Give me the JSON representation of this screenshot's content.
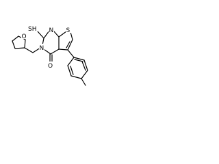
{
  "structure": {
    "atom_labels": {
      "ring_oxygen": "O",
      "sulfhydryl": "SH",
      "carbonyl_oxygen": "O",
      "ring_nitrogen_1": "N",
      "ring_nitrogen_3": "N",
      "thiophene_sulfur": "S"
    },
    "colors": {
      "bond": "#000000",
      "label": "#000000",
      "background": "#ffffff"
    }
  }
}
